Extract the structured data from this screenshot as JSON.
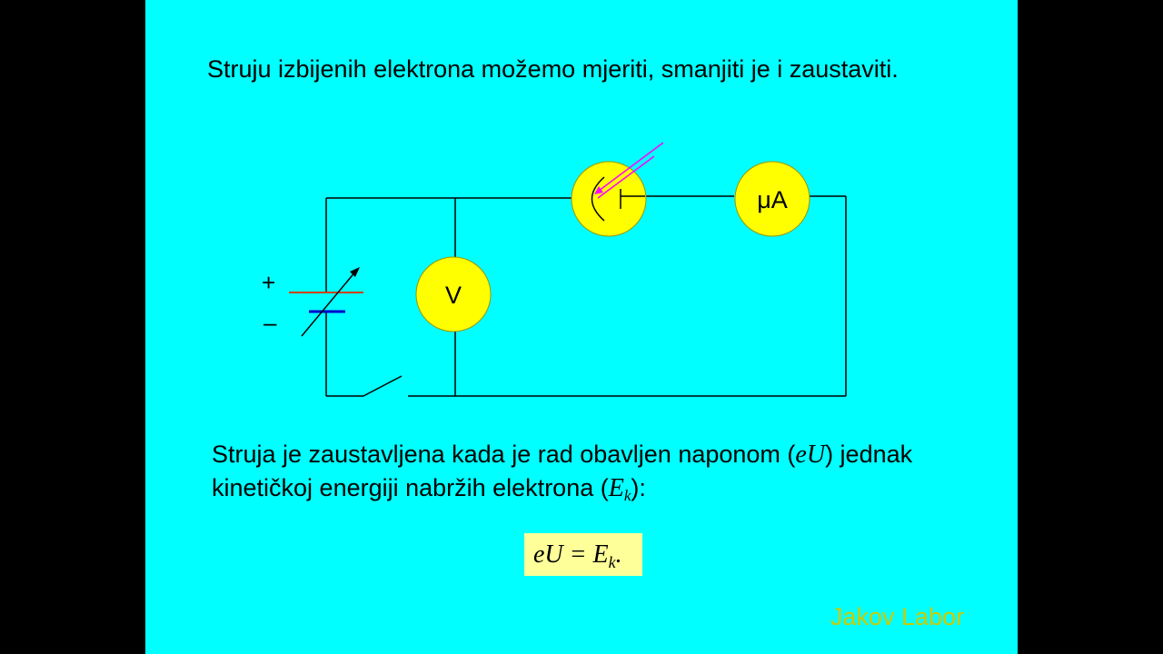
{
  "slide": {
    "background": "#00ffff",
    "intro_text": "Struju izbijenih elektrona možemo mjeriti, smanjiti je i zaustaviti.",
    "explain": {
      "part1": "Struja je zaustavljena kada je rad obavljen naponom (",
      "eU": "eU",
      "part2": ") jednak kinetičkoj energiji nabržih elektrona (",
      "E": "E",
      "k": "k",
      "part3": "):"
    },
    "formula": {
      "lhs": "eU = E",
      "sub": "k",
      "tail": "."
    },
    "signature": "Jakov Labor"
  },
  "circuit": {
    "voltmeter_label": "V",
    "ammeter_label": "μA",
    "plus_sign": "+",
    "minus_sign": "–",
    "meter_fill": "#ffff00",
    "wire_color": "#000000",
    "light_ray_color": "#ff00ff",
    "battery_positive_color": "#cc4400",
    "battery_negative_color": "#0000cc"
  }
}
